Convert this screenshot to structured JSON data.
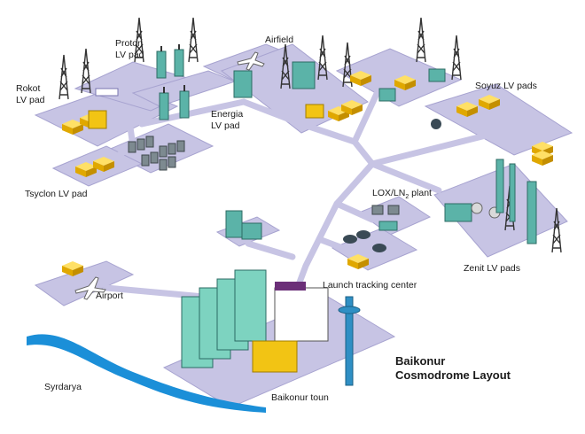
{
  "title": {
    "line1": "Baikonur",
    "line2": "Cosmodrome Layout"
  },
  "labels": {
    "proton_1": "Proton",
    "proton_2": "LV pad",
    "airfield": "Airfield",
    "rokot_1": "Rokot",
    "rokot_2": "LV pad",
    "energia_1": "Energia",
    "energia_2": "LV pad",
    "soyuz": "Soyuz LV pads",
    "tsyclon": "Tsyclon LV pad",
    "lox_prefix": "LOX/LN",
    "lox_sub": "2",
    "lox_suffix": " plant",
    "zenit": "Zenit LV pads",
    "airport": "Airport",
    "tracking": "Launch tracking center",
    "syrdarya": "Syrdarya",
    "town": "Baikonur toun"
  },
  "colors": {
    "ground": "#c7c4e4",
    "ground_edge": "#a7a3d0",
    "building_yellow": "#f2c414",
    "building_teal": "#5bb3a8",
    "tower": "#3a3a3a",
    "river": "#1b8fd8",
    "highrise": "#7dd3c0",
    "tracking_tower": "#2f8fc4",
    "roof_purple": "#6b2f78"
  }
}
